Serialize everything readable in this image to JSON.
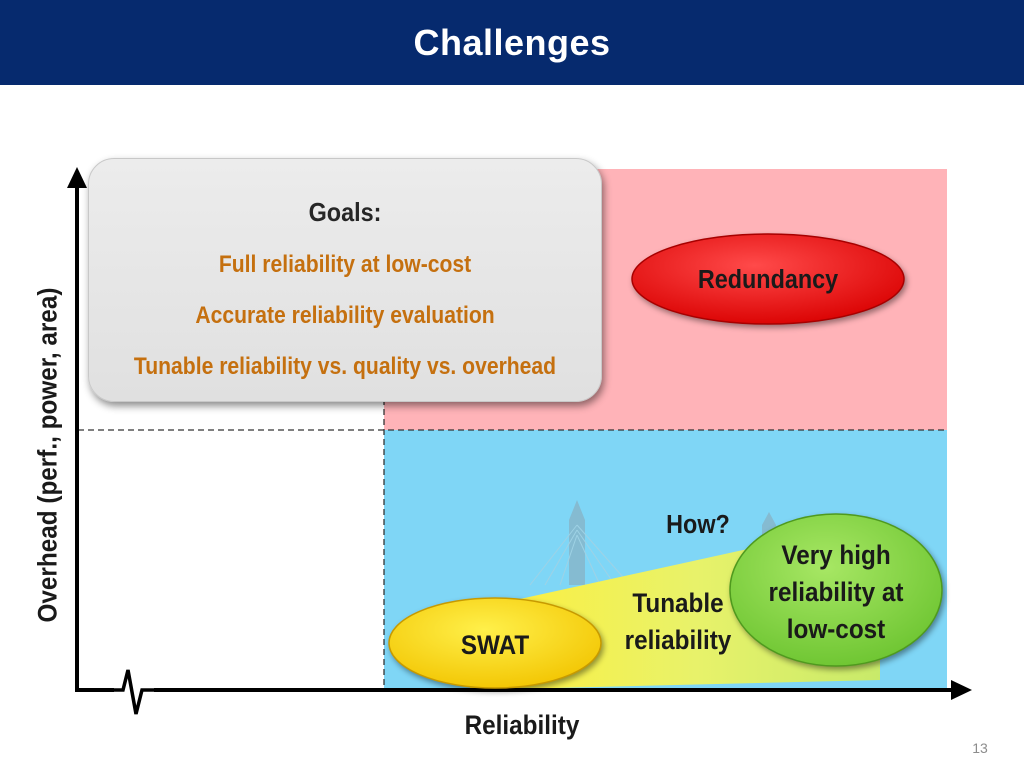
{
  "title": "Challenges",
  "goals": {
    "heading": "Goals:",
    "items": [
      "Full reliability at low-cost",
      "Accurate reliability evaluation",
      "Tunable reliability vs. quality vs. overhead"
    ]
  },
  "axes": {
    "y_label": "Overhead (perf., power, area)",
    "x_label": "Reliability"
  },
  "nodes": {
    "redundancy": "Redundancy",
    "swat": "SWAT",
    "target_line1": "Very high",
    "target_line2": "reliability at",
    "target_line3": "low-cost",
    "how": "How?",
    "tunable_line1": "Tunable",
    "tunable_line2": "reliability"
  },
  "page_number": "13",
  "colors": {
    "title_bar": "#062a6e",
    "high_overhead_region": "#ffb3b8",
    "low_overhead_region": "#7fd6f6",
    "redundancy": "#ee1111",
    "swat": "#ffdc00",
    "target": "#8ed84c",
    "goal_text": "#c5700f"
  }
}
